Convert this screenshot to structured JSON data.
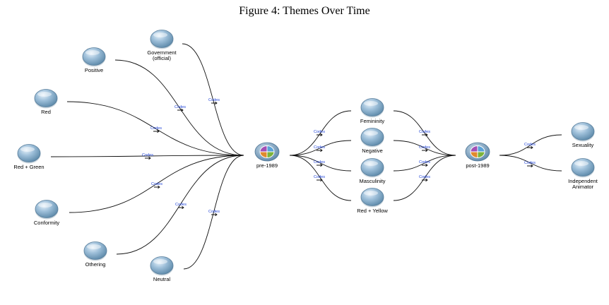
{
  "title": "Figure 4: Themes Over Time",
  "edge_label": "Codes",
  "nodes": [
    {
      "id": "government",
      "label": [
        "Government",
        "(official)"
      ],
      "kind": "theme"
    },
    {
      "id": "positive",
      "label": [
        "Positive"
      ],
      "kind": "theme"
    },
    {
      "id": "red",
      "label": [
        "Red"
      ],
      "kind": "theme"
    },
    {
      "id": "red-green",
      "label": [
        "Red + Green"
      ],
      "kind": "theme"
    },
    {
      "id": "conformity",
      "label": [
        "Conformity"
      ],
      "kind": "theme"
    },
    {
      "id": "othering",
      "label": [
        "Othering"
      ],
      "kind": "theme"
    },
    {
      "id": "neutral",
      "label": [
        "Neutral"
      ],
      "kind": "theme"
    },
    {
      "id": "pre-1989",
      "label": [
        "pre-1989"
      ],
      "kind": "period"
    },
    {
      "id": "femininity",
      "label": [
        "Femininity"
      ],
      "kind": "theme"
    },
    {
      "id": "negative",
      "label": [
        "Negative"
      ],
      "kind": "theme"
    },
    {
      "id": "masculinity",
      "label": [
        "Masculinity"
      ],
      "kind": "theme"
    },
    {
      "id": "red-yellow",
      "label": [
        "Red + Yellow"
      ],
      "kind": "theme"
    },
    {
      "id": "post-1989",
      "label": [
        "post-1989"
      ],
      "kind": "period"
    },
    {
      "id": "sexuality",
      "label": [
        "Sexuality"
      ],
      "kind": "theme"
    },
    {
      "id": "independent-animator",
      "label": [
        "Independent",
        "Animator"
      ],
      "kind": "theme"
    }
  ],
  "edges": [
    {
      "from": "government",
      "to": "pre-1989"
    },
    {
      "from": "positive",
      "to": "pre-1989"
    },
    {
      "from": "red",
      "to": "pre-1989"
    },
    {
      "from": "red-green",
      "to": "pre-1989"
    },
    {
      "from": "conformity",
      "to": "pre-1989"
    },
    {
      "from": "othering",
      "to": "pre-1989"
    },
    {
      "from": "neutral",
      "to": "pre-1989"
    },
    {
      "from": "pre-1989",
      "to": "femininity"
    },
    {
      "from": "pre-1989",
      "to": "negative"
    },
    {
      "from": "pre-1989",
      "to": "masculinity"
    },
    {
      "from": "pre-1989",
      "to": "red-yellow"
    },
    {
      "from": "femininity",
      "to": "post-1989"
    },
    {
      "from": "negative",
      "to": "post-1989"
    },
    {
      "from": "masculinity",
      "to": "post-1989"
    },
    {
      "from": "red-yellow",
      "to": "post-1989"
    },
    {
      "from": "post-1989",
      "to": "sexuality"
    },
    {
      "from": "post-1989",
      "to": "independent-animator"
    }
  ],
  "colors": {
    "theme_node": "#8fb3cf",
    "edge": "#111111",
    "edge_label": "#1a3fd6",
    "quad_purple": "#a24fb5",
    "quad_blue": "#5aa2d8",
    "quad_orange": "#e08a2c",
    "quad_green": "#7bb33a"
  }
}
